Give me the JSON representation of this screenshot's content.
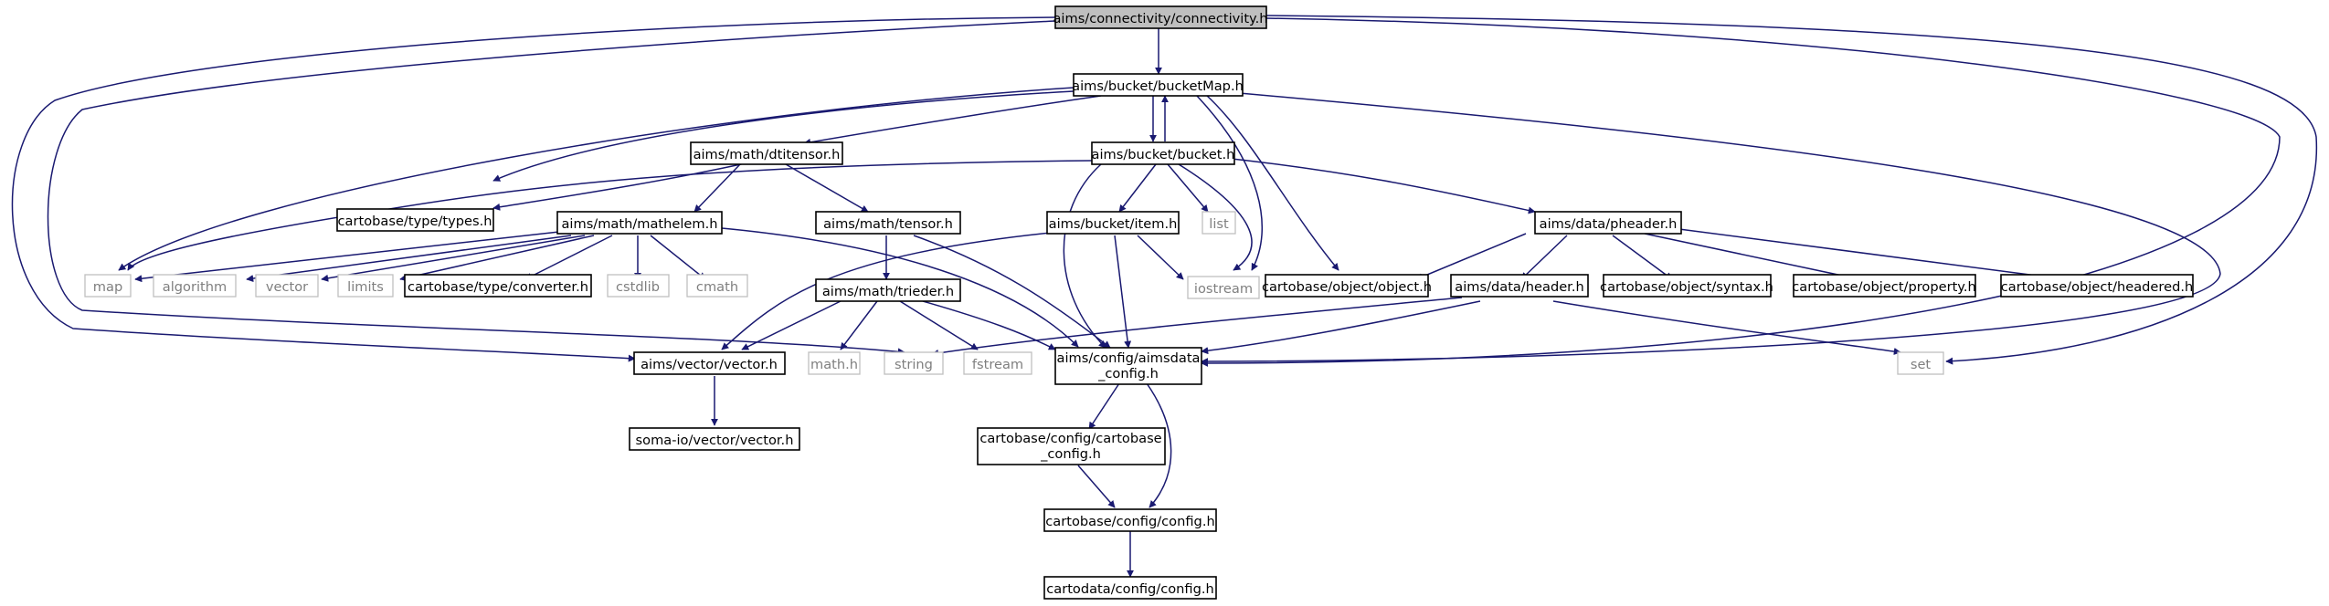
{
  "diagram": {
    "type": "include-dependency-graph",
    "colors": {
      "edge": "#191970",
      "root_fill": "#bfbfbf",
      "node_border": "#000000",
      "system_border": "#bfbfbf",
      "system_text": "#7f7f7f"
    },
    "nodes": {
      "connectivity": {
        "label": "aims/connectivity/connectivity.h",
        "kind": "root"
      },
      "bucketMap": {
        "label": "aims/bucket/bucketMap.h",
        "kind": "file"
      },
      "dtitensor": {
        "label": "aims/math/dtitensor.h",
        "kind": "file"
      },
      "bucket": {
        "label": "aims/bucket/bucket.h",
        "kind": "file"
      },
      "types": {
        "label": "cartobase/type/types.h",
        "kind": "file"
      },
      "mathelem": {
        "label": "aims/math/mathelem.h",
        "kind": "file"
      },
      "tensor": {
        "label": "aims/math/tensor.h",
        "kind": "file"
      },
      "item": {
        "label": "aims/bucket/item.h",
        "kind": "file"
      },
      "list": {
        "label": "list",
        "kind": "system"
      },
      "pheader": {
        "label": "aims/data/pheader.h",
        "kind": "file"
      },
      "map": {
        "label": "map",
        "kind": "system"
      },
      "algorithm": {
        "label": "algorithm",
        "kind": "system"
      },
      "vector": {
        "label": "vector",
        "kind": "system"
      },
      "limits": {
        "label": "limits",
        "kind": "system"
      },
      "converter": {
        "label": "cartobase/type/converter.h",
        "kind": "file"
      },
      "cstdlib": {
        "label": "cstdlib",
        "kind": "system"
      },
      "cmath": {
        "label": "cmath",
        "kind": "system"
      },
      "iostream": {
        "label": "iostream",
        "kind": "system"
      },
      "object": {
        "label": "cartobase/object/object.h",
        "kind": "file"
      },
      "trieder": {
        "label": "aims/math/trieder.h",
        "kind": "file"
      },
      "header": {
        "label": "aims/data/header.h",
        "kind": "file"
      },
      "syntax": {
        "label": "cartobase/object/syntax.h",
        "kind": "file"
      },
      "property": {
        "label": "cartobase/object/property.h",
        "kind": "file"
      },
      "headered": {
        "label": "cartobase/object/headered.h",
        "kind": "file"
      },
      "aimsvector": {
        "label": "aims/vector/vector.h",
        "kind": "file"
      },
      "mathh": {
        "label": "math.h",
        "kind": "system"
      },
      "string": {
        "label": "string",
        "kind": "system"
      },
      "fstream": {
        "label": "fstream",
        "kind": "system"
      },
      "aimsdata_config_1": {
        "label": "aims/config/aimsdata",
        "kind": "file"
      },
      "aimsdata_config_2": {
        "label": "_config.h",
        "kind": "file"
      },
      "set": {
        "label": "set",
        "kind": "system"
      },
      "somaio_vector": {
        "label": "soma-io/vector/vector.h",
        "kind": "file"
      },
      "cartobase_config_1": {
        "label": "cartobase/config/cartobase",
        "kind": "file"
      },
      "cartobase_config_2": {
        "label": "_config.h",
        "kind": "file"
      },
      "config": {
        "label": "cartobase/config/config.h",
        "kind": "file"
      },
      "cartodata_config": {
        "label": "cartodata/config/config.h",
        "kind": "file"
      }
    }
  }
}
